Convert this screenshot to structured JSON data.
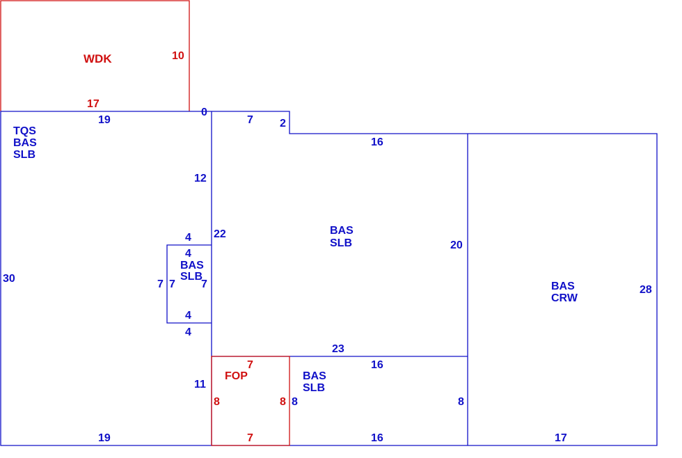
{
  "colors": {
    "main": "#1010c8",
    "accent": "#d01010"
  },
  "areas": {
    "wdk": {
      "codes": [
        "WDK"
      ]
    },
    "left": {
      "codes": [
        "TQS",
        "BAS",
        "SLB"
      ]
    },
    "bay": {
      "codes": [
        "BAS",
        "SLB"
      ]
    },
    "center": {
      "codes": [
        "BAS",
        "SLB"
      ]
    },
    "right": {
      "codes": [
        "BAS",
        "CRW"
      ]
    },
    "fop": {
      "codes": [
        "FOP"
      ]
    },
    "lower": {
      "codes": [
        "BAS",
        "SLB"
      ]
    }
  },
  "dims": {
    "wdk_right": "10",
    "wdk_bottom": "17",
    "left_top": "19",
    "junction": "0",
    "center_top_a": "7",
    "center_step": "2",
    "center_top_b": "16",
    "left_side": "30",
    "left_upper_inner": "12",
    "center_left_upper": "22",
    "bay_top_outer": "4",
    "bay_top_inner": "4",
    "bay_left_outer": "7",
    "bay_left_inner": "7",
    "bay_right": "7",
    "bay_bottom_inner": "4",
    "bay_bottom_outer": "4",
    "center_right": "20",
    "center_bottom": "23",
    "right_side": "28",
    "fop_top": "7",
    "fop_left": "8",
    "fop_right": "8",
    "fop_bottom": "7",
    "left_lower_inner": "11",
    "lower_top": "16",
    "lower_left": "8",
    "lower_right": "8",
    "lower_bottom": "16",
    "left_bottom": "19",
    "right_bottom": "17"
  }
}
